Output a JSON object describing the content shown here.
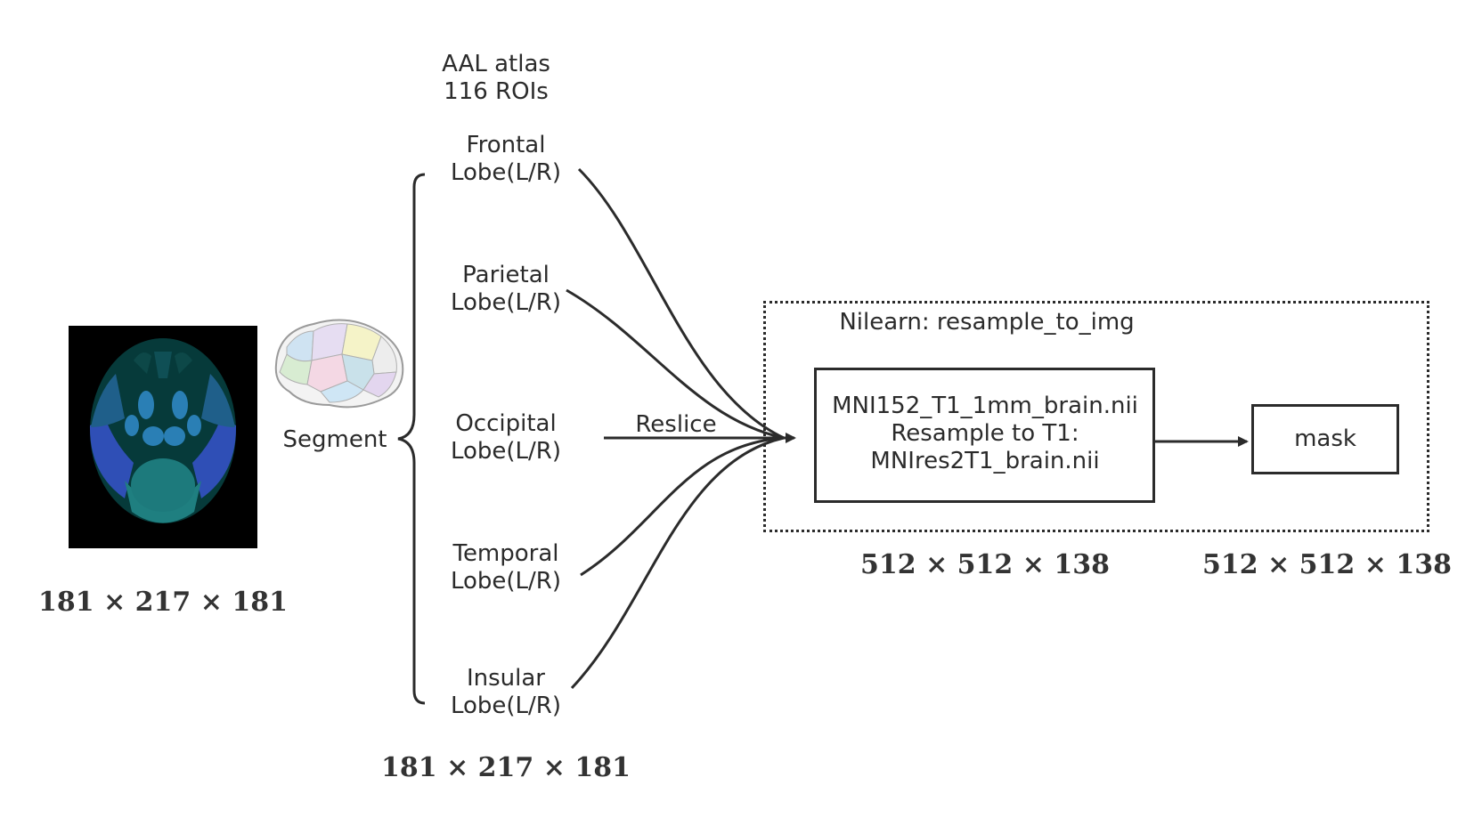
{
  "atlas": {
    "line1": "AAL atlas",
    "line2": "116 ROIs"
  },
  "segment_label": "Segment",
  "lobes": [
    {
      "line1": "Frontal",
      "line2": "Lobe(L/R)"
    },
    {
      "line1": "Parietal",
      "line2": "Lobe(L/R)"
    },
    {
      "line1": "Occipital",
      "line2": "Lobe(L/R)"
    },
    {
      "line1": "Temporal",
      "line2": "Lobe(L/R)"
    },
    {
      "line1": "Insular",
      "line2": "Lobe(L/R)"
    }
  ],
  "reslice_label": "Reslice",
  "nilearn_label": "Nilearn: resample_to_img",
  "mni_box": {
    "line1": "MNI152_T1_1mm_brain.nii",
    "line2": "Resample to T1:",
    "line3": "MNIres2T1_brain.nii"
  },
  "mask_label": "mask",
  "dims": {
    "input": "181 × 217 × 181",
    "lobes": "181 × 217 × 181",
    "resampled": "512 × 512 × 138",
    "mask": "512 × 512 × 138"
  }
}
